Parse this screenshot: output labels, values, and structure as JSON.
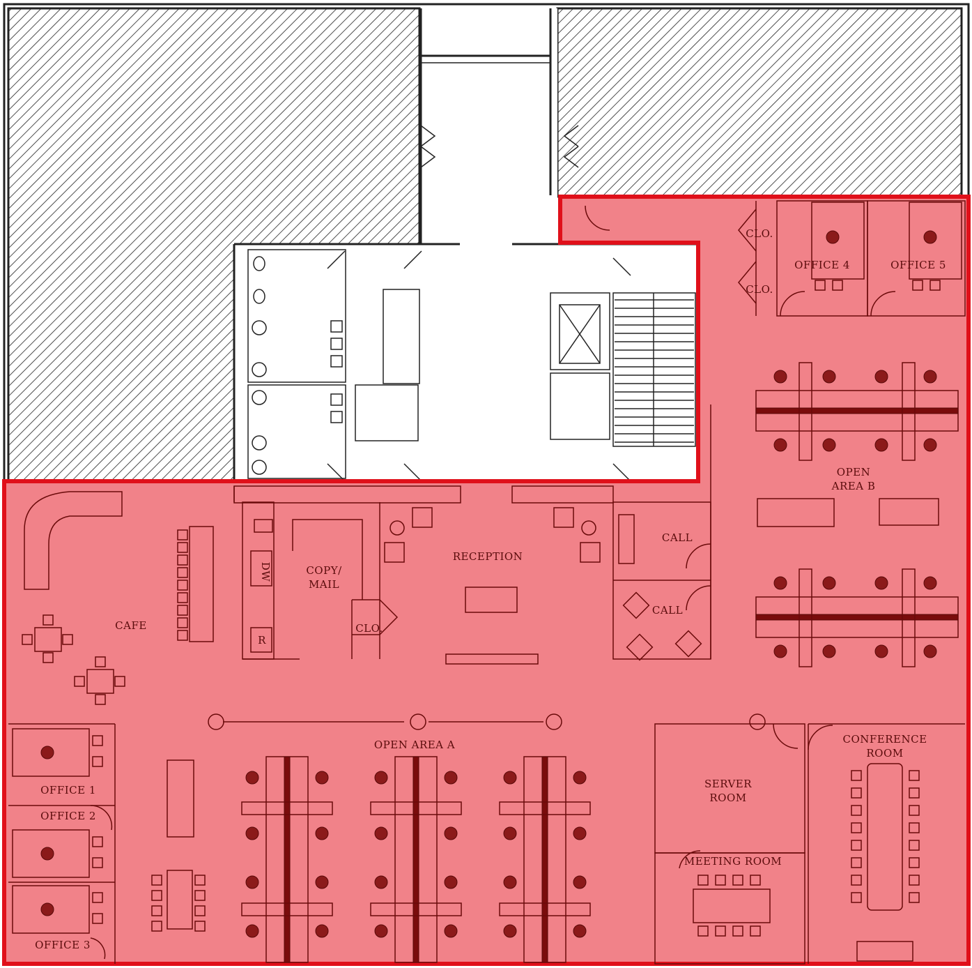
{
  "plan": {
    "highlight": {
      "fill": "#ee6a72",
      "fill_opacity": 0.82,
      "outline": "#e0101a"
    },
    "hatch_color": "#222222",
    "rooms": {
      "office_4": "OFFICE 4",
      "office_5": "OFFICE 5",
      "clo_upper_1": "CLO.",
      "clo_upper_2": "CLO.",
      "open_area_b_line1": "OPEN",
      "open_area_b_line2": "AREA B",
      "call_1": "CALL",
      "call_2": "CALL",
      "reception": "RECEPTION",
      "copy_mail_line1": "COPY/",
      "copy_mail_line2": "MAIL",
      "clo_reception": "CLO.",
      "dw": "DW",
      "r": "R",
      "cafe": "CAFE",
      "open_area_a": "OPEN AREA A",
      "server_room_line1": "SERVER",
      "server_room_line2": "ROOM",
      "conference_room_line1": "CONFERENCE",
      "conference_room_line2": "ROOM",
      "meeting_room": "MEETING ROOM",
      "office_1": "OFFICE 1",
      "office_2": "OFFICE 2",
      "office_3": "OFFICE 3"
    }
  }
}
